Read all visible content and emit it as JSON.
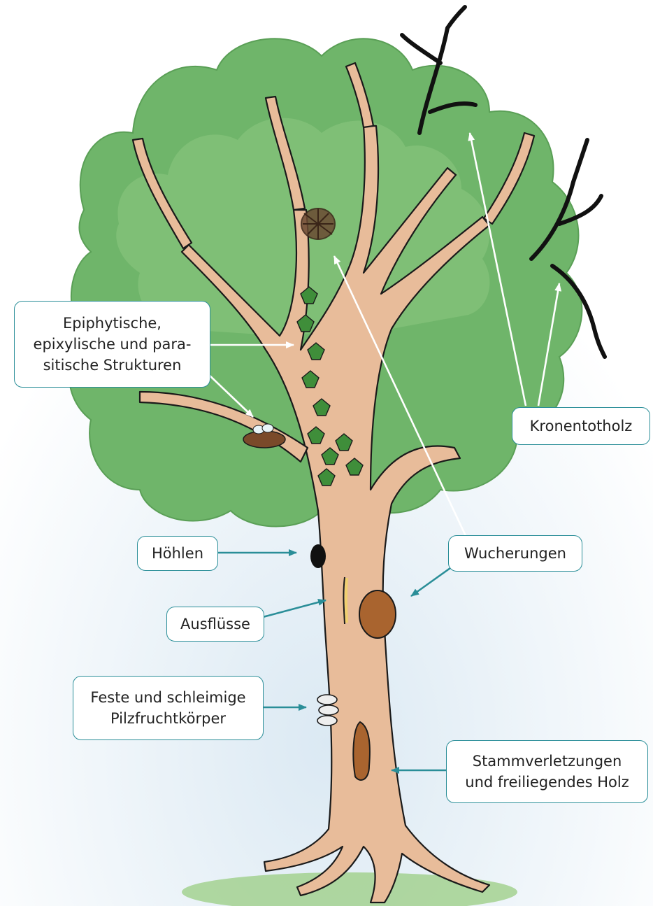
{
  "labels": {
    "epiphyten": {
      "line1": "Epiphytische,",
      "line2": "epixylische und para-",
      "line3": "sitische Strukturen"
    },
    "kronentotholz": {
      "text": "Kronentotholz"
    },
    "hoehlen": {
      "text": "Höhlen"
    },
    "wucherungen": {
      "text": "Wucherungen"
    },
    "ausfluesse": {
      "text": "Ausflüsse"
    },
    "pilze": {
      "line1": "Feste und schleimige",
      "line2": "Pilzfruchtkörper"
    },
    "stamm": {
      "line1": "Stammverletzungen",
      "line2": "und freiliegendes Holz"
    }
  },
  "colors": {
    "foliage": "#6fb56a",
    "foliage_light": "#8cc77f",
    "bark": "#e8bc9a",
    "outline": "#1a1a1a",
    "dead_wood": "#111111",
    "ivy": "#3f8e3a",
    "burl": "#a9642f",
    "arrow_teal": "#2a8e98",
    "arrow_white": "#ffffff",
    "label_border": "#2a8e98",
    "sky": "#dbe9f3",
    "grass": "#9fcf8a"
  },
  "icons": [
    "bird-nest-icon",
    "egg-icon",
    "mistletoe-icon",
    "ivy-leaf-icon",
    "bracket-fungus-icon",
    "burl-icon"
  ]
}
